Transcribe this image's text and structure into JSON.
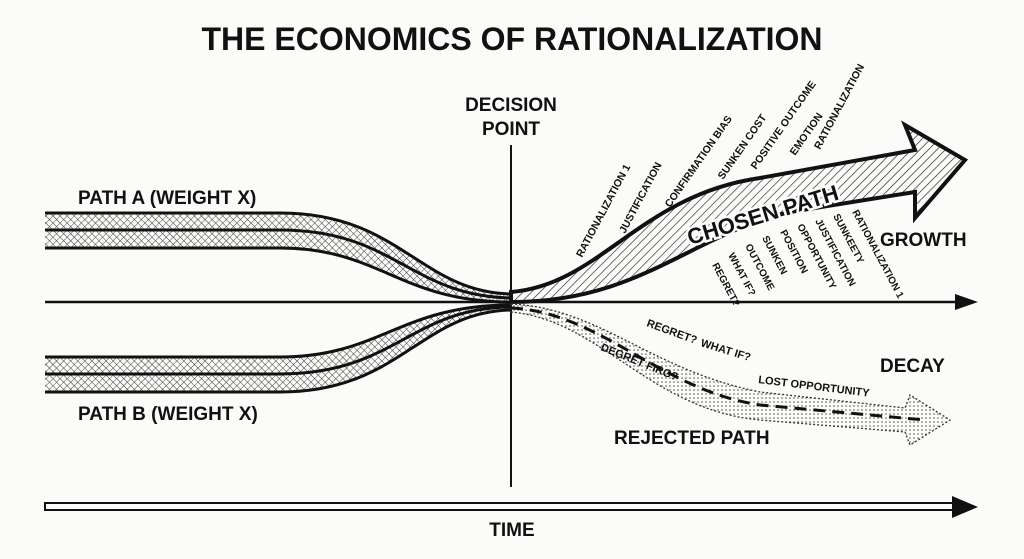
{
  "title": "THE ECONOMICS OF RATIONALIZATION",
  "decision_point": [
    "DECISION",
    "POINT"
  ],
  "path_a": "PATH A (WEIGHT X)",
  "path_b": "PATH B (WEIGHT X)",
  "chosen_path": "CHOSEN PATH",
  "growth": "GROWTH",
  "decay": "DECAY",
  "rejected_path": "REJECTED PATH",
  "time": "TIME",
  "chosen_labels_above": [
    "RATIONALIZATION 1",
    "JUSTIFICATION",
    "CONFIRMATION BIAS",
    "SUNKEN COST",
    "POSITIVE OUTCOME",
    "EMOTION",
    "RATIONALIZATION"
  ],
  "chosen_labels_below": [
    "REGRET?",
    "WHAT IF?",
    "OUTCOME",
    "SUNKEN",
    "POSITION",
    "OPPORTUNITY",
    "JUSTIFICATION",
    "SUNKEETY",
    "RATIONALIZATION 1"
  ],
  "rejected_labels": [
    "REGRET?",
    "WHAT IF?",
    "LOST OPPORTUNITY",
    "DEGRET FIRG?"
  ]
}
